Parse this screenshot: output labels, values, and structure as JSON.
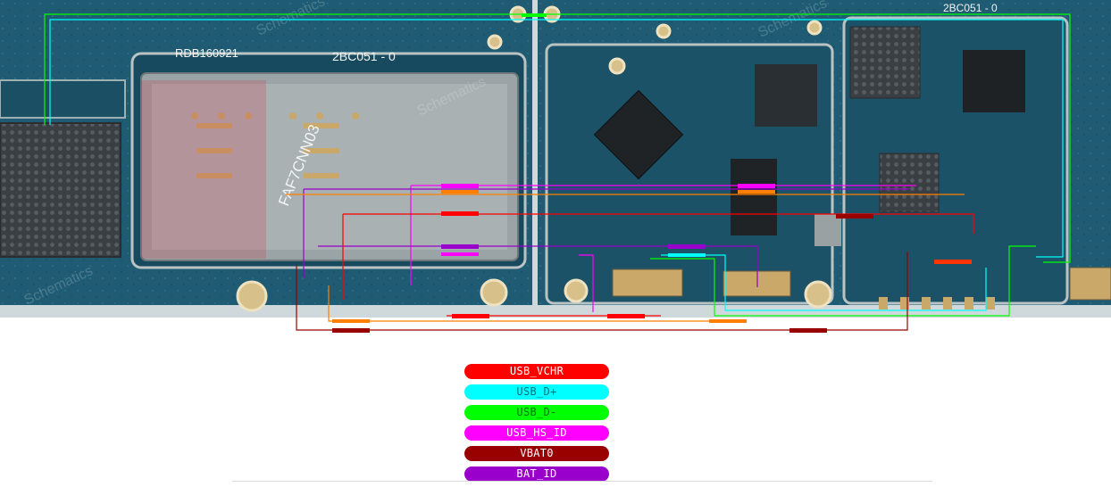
{
  "board": {
    "silkscreen": {
      "label_left": "RDB160921",
      "label_mid": "2BC051 - 0",
      "label_top_right": "2BC051 - 0",
      "part_code": "FAF7CNN03"
    },
    "watermark": "Schematics",
    "colors": {
      "pcb": "#1f5c74",
      "pcb_dark": "#174a5f",
      "copper": "#c9a86a",
      "shield": "#b9c3c4"
    }
  },
  "legend": {
    "items": [
      {
        "label": "USB_VCHR",
        "color": "#ff0000",
        "text_color": "#ffffff"
      },
      {
        "label": "USB_D+",
        "color": "#00ffff",
        "text_color": "#006f7a"
      },
      {
        "label": "USB_D-",
        "color": "#00ff00",
        "text_color": "#0a6f0a"
      },
      {
        "label": "USB_HS_ID",
        "color": "#ff00ff",
        "text_color": "#ffffff"
      },
      {
        "label": "VBAT0",
        "color": "#990000",
        "text_color": "#ffffff"
      },
      {
        "label": "BAT_ID",
        "color": "#9900cc",
        "text_color": "#ffffff"
      }
    ]
  }
}
